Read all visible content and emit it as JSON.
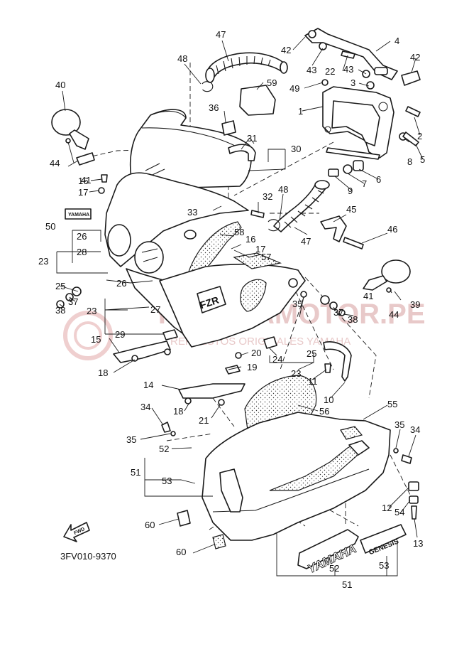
{
  "diagram_code": "3FV010-9370",
  "watermark": {
    "brand": "YAMAHAMOTOR.PE",
    "tagline": "REPUESTOS ORIGINALES YAMAHA"
  },
  "direction_marker": "FWD",
  "decals": {
    "side_brand": "YAMAHA",
    "model_badge": "GENESIS",
    "front_badge": "FZR",
    "screen_sticker": "YAMAHA"
  },
  "callouts": [
    {
      "num": "1"
    },
    {
      "num": "2"
    },
    {
      "num": "3"
    },
    {
      "num": "4"
    },
    {
      "num": "5"
    },
    {
      "num": "6"
    },
    {
      "num": "7"
    },
    {
      "num": "8"
    },
    {
      "num": "9"
    },
    {
      "num": "10"
    },
    {
      "num": "11"
    },
    {
      "num": "12"
    },
    {
      "num": "13"
    },
    {
      "num": "14"
    },
    {
      "num": "15"
    },
    {
      "num": "16"
    },
    {
      "num": "16"
    },
    {
      "num": "17"
    },
    {
      "num": "17"
    },
    {
      "num": "18"
    },
    {
      "num": "18"
    },
    {
      "num": "19"
    },
    {
      "num": "20"
    },
    {
      "num": "21"
    },
    {
      "num": "22"
    },
    {
      "num": "23"
    },
    {
      "num": "23"
    },
    {
      "num": "23"
    },
    {
      "num": "24"
    },
    {
      "num": "25"
    },
    {
      "num": "25"
    },
    {
      "num": "26"
    },
    {
      "num": "26"
    },
    {
      "num": "27"
    },
    {
      "num": "28"
    },
    {
      "num": "29"
    },
    {
      "num": "30"
    },
    {
      "num": "31"
    },
    {
      "num": "32"
    },
    {
      "num": "33"
    },
    {
      "num": "34"
    },
    {
      "num": "34"
    },
    {
      "num": "35"
    },
    {
      "num": "35"
    },
    {
      "num": "35"
    },
    {
      "num": "36"
    },
    {
      "num": "37"
    },
    {
      "num": "37"
    },
    {
      "num": "38"
    },
    {
      "num": "38"
    },
    {
      "num": "39"
    },
    {
      "num": "40"
    },
    {
      "num": "41"
    },
    {
      "num": "41"
    },
    {
      "num": "42"
    },
    {
      "num": "42"
    },
    {
      "num": "43"
    },
    {
      "num": "43"
    },
    {
      "num": "44"
    },
    {
      "num": "44"
    },
    {
      "num": "45"
    },
    {
      "num": "46"
    },
    {
      "num": "47"
    },
    {
      "num": "47"
    },
    {
      "num": "48"
    },
    {
      "num": "48"
    },
    {
      "num": "49"
    },
    {
      "num": "50"
    },
    {
      "num": "51"
    },
    {
      "num": "51"
    },
    {
      "num": "52"
    },
    {
      "num": "52"
    },
    {
      "num": "53"
    },
    {
      "num": "53"
    },
    {
      "num": "54"
    },
    {
      "num": "55"
    },
    {
      "num": "56"
    },
    {
      "num": "57"
    },
    {
      "num": "58"
    },
    {
      "num": "59"
    },
    {
      "num": "60"
    },
    {
      "num": "60"
    }
  ],
  "colors": {
    "line": "#1a1a1a",
    "background": "#ffffff",
    "watermark": "#e8c9c9"
  }
}
